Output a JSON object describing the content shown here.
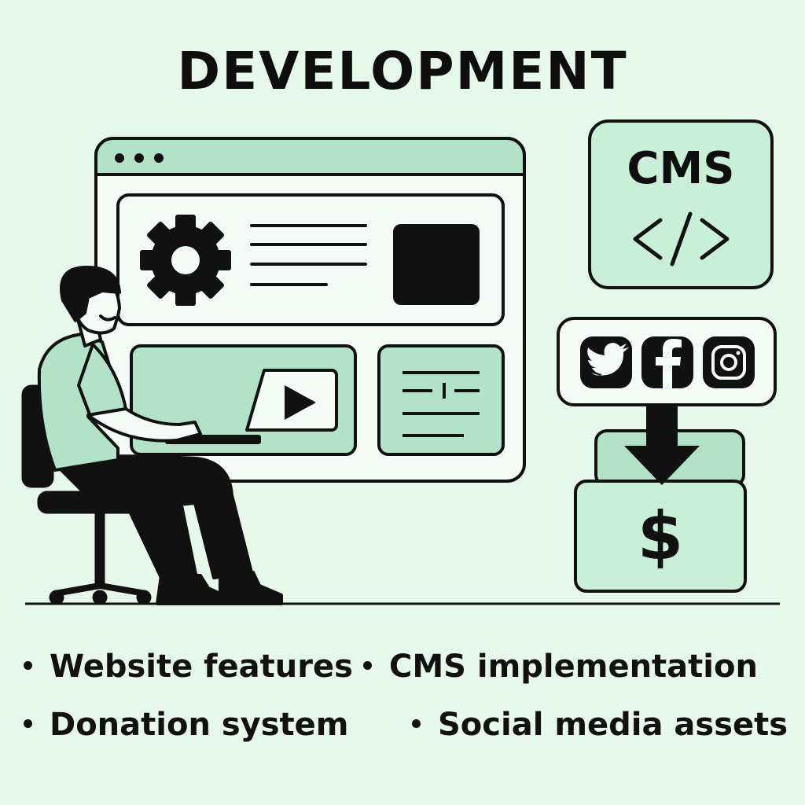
{
  "title": "DEVELOPMENT",
  "cms_card": {
    "label": "CMS",
    "icon": "code-icon"
  },
  "social_card": {
    "icons": [
      "twitter-icon",
      "facebook-icon",
      "instagram-icon"
    ]
  },
  "donation_card": {
    "symbol": "$",
    "arrow_icon": "arrow-down-icon"
  },
  "bullets": [
    "Website features",
    "CMS implementation",
    "Donation system",
    "Social media assets"
  ],
  "colors": {
    "background": "#e6f7ec",
    "accent": "#b3e3c6",
    "ink": "#111111",
    "panel": "#f4fbf6"
  }
}
